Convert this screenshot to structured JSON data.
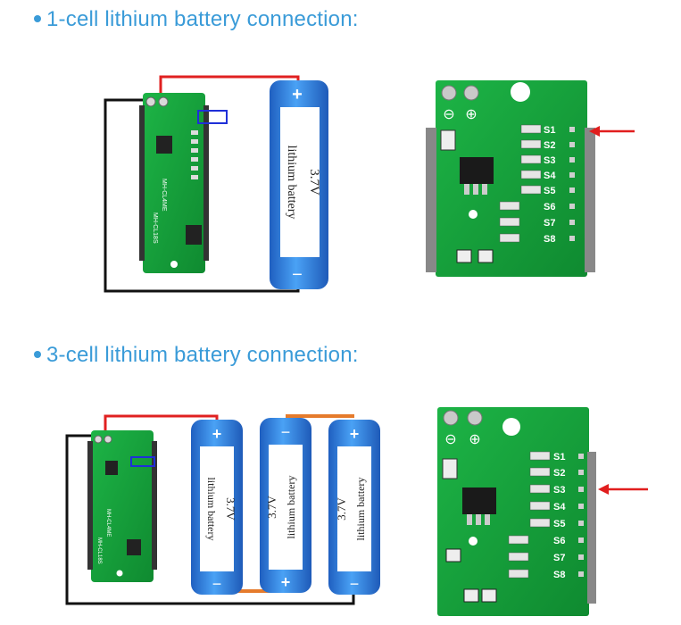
{
  "section1": {
    "heading": "1-cell lithium battery connection:",
    "battery": {
      "plus": "+",
      "minus": "−",
      "voltage": "3.7V",
      "label": "lithium battery"
    },
    "pcb_label": "MH-CL18S",
    "pcb_label2": "MH-CL4ME",
    "terminals": [
      "⊖",
      "⊕"
    ],
    "pads": [
      "S1",
      "S2",
      "S3",
      "S4",
      "S5",
      "S6",
      "S7",
      "S8"
    ],
    "marked_pad": "S1"
  },
  "section2": {
    "heading": "3-cell lithium battery connection:",
    "batteries": [
      {
        "top": "+",
        "bottom": "−",
        "voltage": "3.7V",
        "label": "lithium battery"
      },
      {
        "top": "−",
        "bottom": "+",
        "voltage": "3.7V",
        "label": "lithium battery"
      },
      {
        "top": "+",
        "bottom": "−",
        "voltage": "3.7V",
        "label": "lithium battery"
      }
    ],
    "pcb_label": "MH-CL18S",
    "pcb_label2": "MH-CL4ME",
    "terminals": [
      "⊖",
      "⊕"
    ],
    "pads": [
      "S1",
      "S2",
      "S3",
      "S4",
      "S5",
      "S6",
      "S7",
      "S8"
    ],
    "marked_pad": "S3"
  },
  "colors": {
    "heading": "#3a9bd8",
    "pcb": "#17a33a",
    "battery": "#2e7fe0",
    "wire_red": "#e02020",
    "wire_black": "#111111",
    "wire_orange": "#e57b2c",
    "arrow": "#e11e1e"
  }
}
